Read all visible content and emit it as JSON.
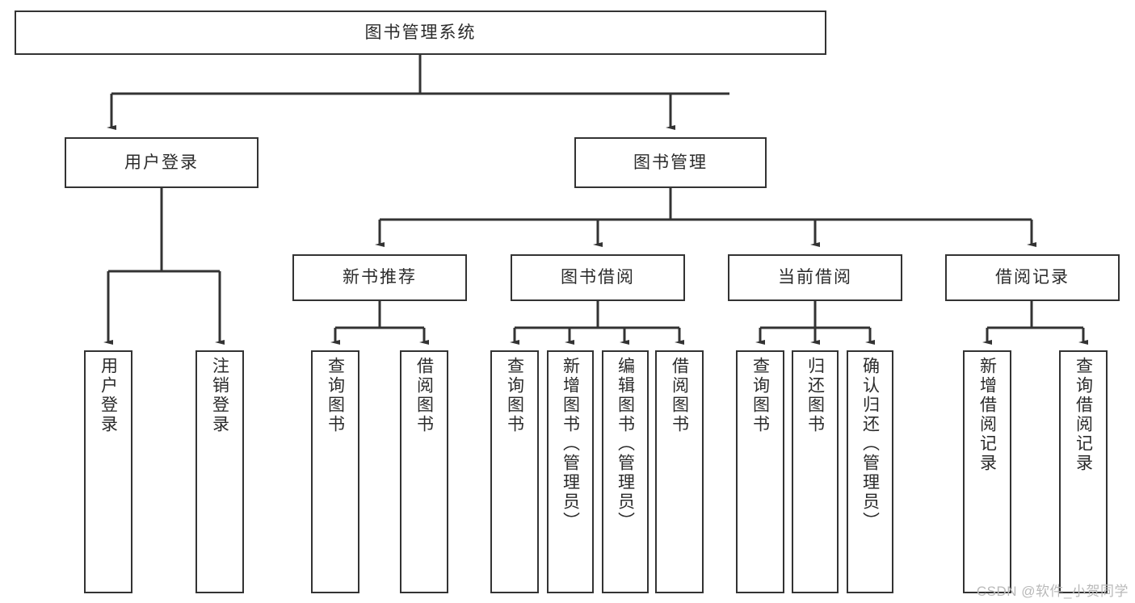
{
  "diagram": {
    "title": "图书管理系统",
    "watermark": "CSDN @软件_小贺同学",
    "colors": {
      "box_border": "#333333",
      "box_fill": "#ffffff",
      "line": "#333333",
      "text": "#2b2b2b",
      "watermark": "#b9b9b9",
      "background": "#ffffff"
    },
    "root": {
      "label": "图书管理系统"
    },
    "level1": [
      {
        "label": "用户登录"
      },
      {
        "label": "图书管理"
      }
    ],
    "user_login_children": [
      {
        "label": "用户登录"
      },
      {
        "label": "注销登录"
      }
    ],
    "book_mgmt_groups": [
      {
        "label": "新书推荐",
        "children": [
          {
            "label": "查询图书"
          },
          {
            "label": "借阅图书"
          }
        ]
      },
      {
        "label": "图书借阅",
        "children": [
          {
            "label": "查询图书"
          },
          {
            "label": "新增图书（管理员）"
          },
          {
            "label": "编辑图书（管理员）"
          },
          {
            "label": "借阅图书"
          }
        ]
      },
      {
        "label": "当前借阅",
        "children": [
          {
            "label": "查询图书"
          },
          {
            "label": "归还图书"
          },
          {
            "label": "确认归还（管理员）"
          }
        ]
      },
      {
        "label": "借阅记录",
        "children": [
          {
            "label": "新增借阅记录"
          },
          {
            "label": "查询借阅记录"
          }
        ]
      }
    ]
  }
}
